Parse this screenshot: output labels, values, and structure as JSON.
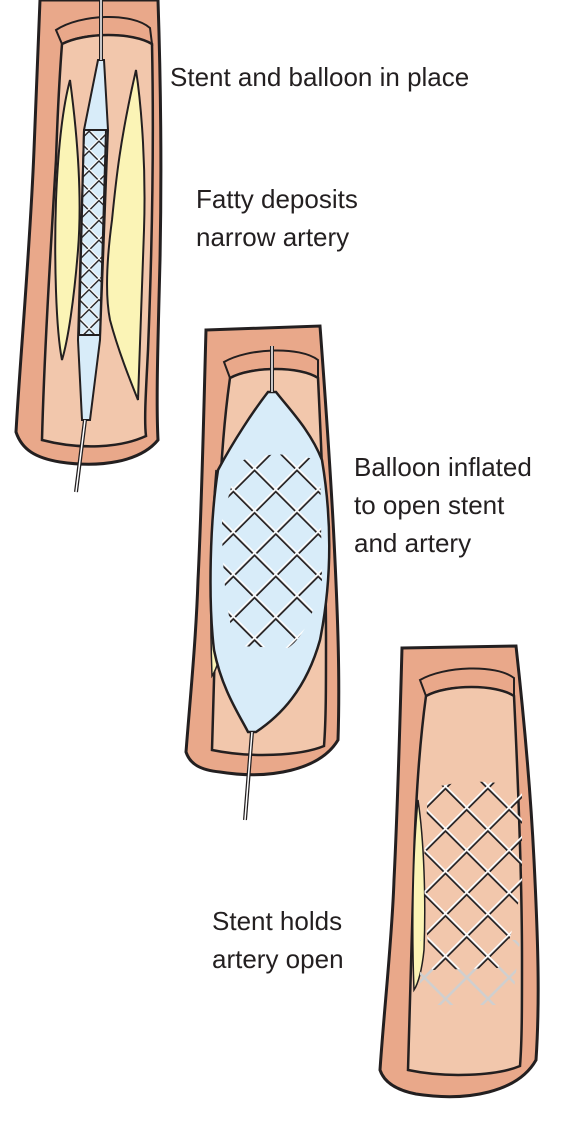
{
  "labels": {
    "step1_a": "Stent and balloon in place",
    "step1_b_line1": "Fatty deposits",
    "step1_b_line2": "narrow artery",
    "step2_line1": "Balloon inflated",
    "step2_line2": "to open stent",
    "step2_line3": "and artery",
    "step3_line1": "Stent holds",
    "step3_line2": "artery open"
  },
  "colors": {
    "outline": "#231f20",
    "artery_wall": "#e9a88a",
    "artery_inner": "#f2c7ac",
    "plaque": "#fbf4b6",
    "balloon": "#d8ecf9",
    "stent": "#ffffff",
    "stent_faded": "#cfcfcf"
  }
}
